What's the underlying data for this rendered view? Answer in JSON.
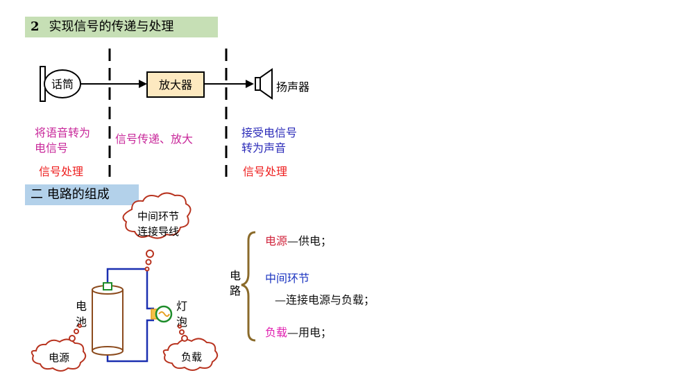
{
  "section1": {
    "number": "2",
    "title": "实现信号的传递与处理"
  },
  "flow": {
    "microphone": "话筒",
    "amplifier": "放大器",
    "speaker": "扬声器"
  },
  "notes": {
    "col1_line1": "将语音转为",
    "col1_line2": "电信号",
    "col1_process": "信号处理",
    "col2": "信号传递、放大",
    "col3_line1": "接受电信号",
    "col3_line2": "转为声音",
    "col3_process": "信号处理"
  },
  "section2": {
    "title": "二  电路的组成"
  },
  "circuit": {
    "cloud_top_line1": "中间环节",
    "cloud_top_line2": "连接导线",
    "battery_char1": "电",
    "battery_char2": "池",
    "bulb_char1": "灯",
    "bulb_char2": "泡",
    "cloud_source": "电源",
    "cloud_load": "负载"
  },
  "summary": {
    "brace_char1": "电",
    "brace_char2": "路",
    "item1_term": "电源",
    "item1_desc": "—供电；",
    "item2_term": "中间环节",
    "item2_desc": "—连接电源与负载；",
    "item3_term": "负载",
    "item3_desc": "—用电；"
  },
  "colors": {
    "section1_bg": "#c6dfb5",
    "section2_bg": "#b3d1ea",
    "amplifier_fill": "#fde9c0",
    "battery": "#8b4a1c",
    "wire": "#1a2fb0",
    "bulb_ring": "#1d8c2a",
    "bulb_base": "#e6a020",
    "cloud_stroke": "#b8331f"
  }
}
